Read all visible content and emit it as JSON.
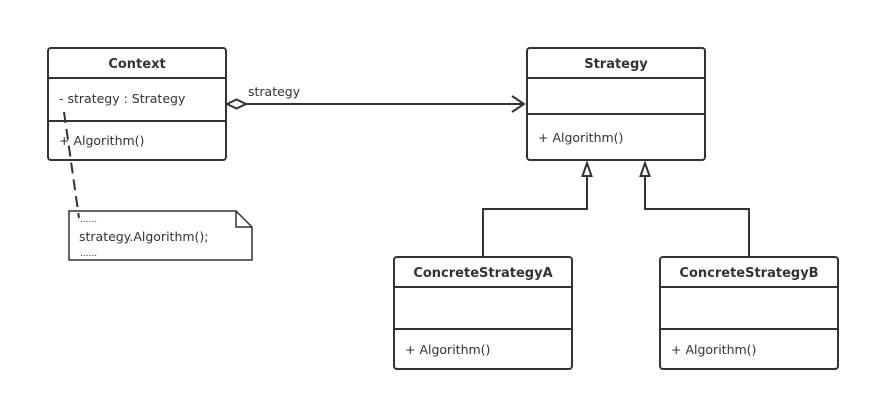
{
  "classes": {
    "context": {
      "name": "Context",
      "attribute": "- strategy : Strategy",
      "operation": "+ Algorithm()"
    },
    "strategy": {
      "name": "Strategy",
      "operation": "+ Algorithm()"
    },
    "concrete_a": {
      "name": "ConcreteStrategyA",
      "operation": "+ Algorithm()"
    },
    "concrete_b": {
      "name": "ConcreteStrategyB",
      "operation": "+ Algorithm()"
    }
  },
  "association": {
    "label": "strategy"
  },
  "note": {
    "line1": "......",
    "line2": "strategy.Algorithm();",
    "line3": "......"
  },
  "colors": {
    "stroke": "#333333",
    "background": "#ffffff"
  }
}
